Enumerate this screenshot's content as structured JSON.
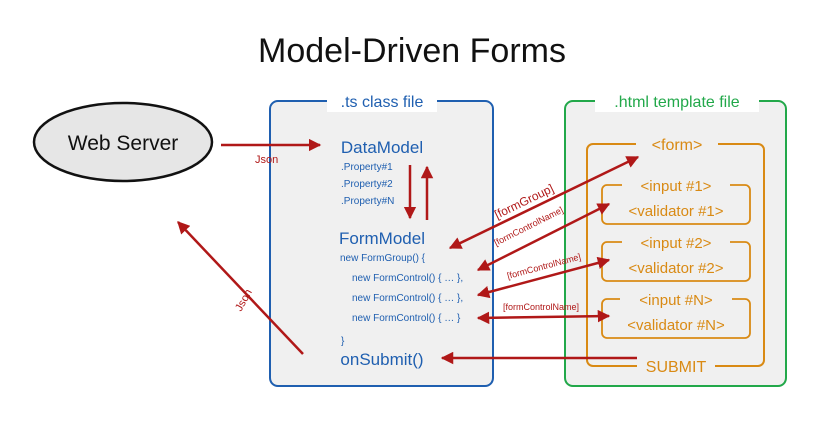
{
  "title": "Model-Driven Forms",
  "web_server": {
    "label": "Web Server"
  },
  "ts_panel": {
    "title": ".ts class file",
    "data_model": "DataModel",
    "properties": [
      ".Property#1",
      ".Property#2",
      ".Property#N"
    ],
    "form_model": "FormModel",
    "form_group_line": "new FormGroup() {",
    "form_controls": [
      "new FormControl() { … },",
      "new FormControl() { … },",
      "new FormControl() { … }"
    ],
    "close_brace": "}",
    "on_submit": "onSubmit()"
  },
  "html_panel": {
    "title": ".html template file",
    "form_tag": "<form>",
    "fields": [
      {
        "input": "<input #1>",
        "validator": "<validator #1>"
      },
      {
        "input": "<input #2>",
        "validator": "<validator #2>"
      },
      {
        "input": "<input #N>",
        "validator": "<validator #N>"
      }
    ],
    "submit": "SUBMIT"
  },
  "arrows": {
    "json_to_model": "Json",
    "json_to_server": "Json",
    "form_group": "[formGroup]",
    "form_control_name": "[formControlName]"
  },
  "colors": {
    "ts_blue": "#1f5fb0",
    "html_green": "#22a84a",
    "template_orange": "#d98a14",
    "arrow_red": "#b01818",
    "panel_fill": "#f0f0f0",
    "ellipse_fill": "#e6e6e6"
  }
}
